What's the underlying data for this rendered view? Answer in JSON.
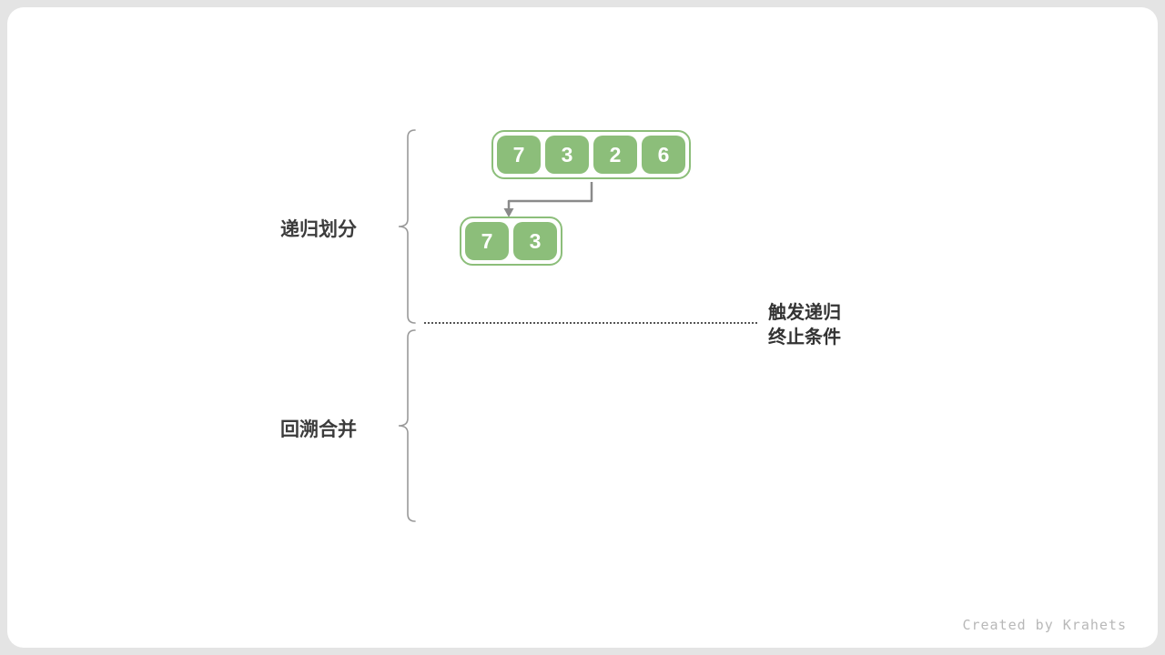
{
  "diagram": {
    "side_labels": {
      "divide": "递归划分",
      "merge": "回溯合并"
    },
    "termination": {
      "line1": "触发递归",
      "line2": "终止条件"
    },
    "arrays": {
      "level1": [
        "7",
        "3",
        "2",
        "6"
      ],
      "level2": [
        "7",
        "3"
      ]
    },
    "colors": {
      "cell_green": "#8cbe7a",
      "arrow_gray": "#8a8a8a",
      "brace_gray": "#999999",
      "label_dark": "#3c3c3c",
      "credit_gray": "#b8b8b8",
      "page_bg": "#e4e4e4",
      "card_bg": "#ffffff"
    },
    "credit": "Created by Krahets"
  }
}
